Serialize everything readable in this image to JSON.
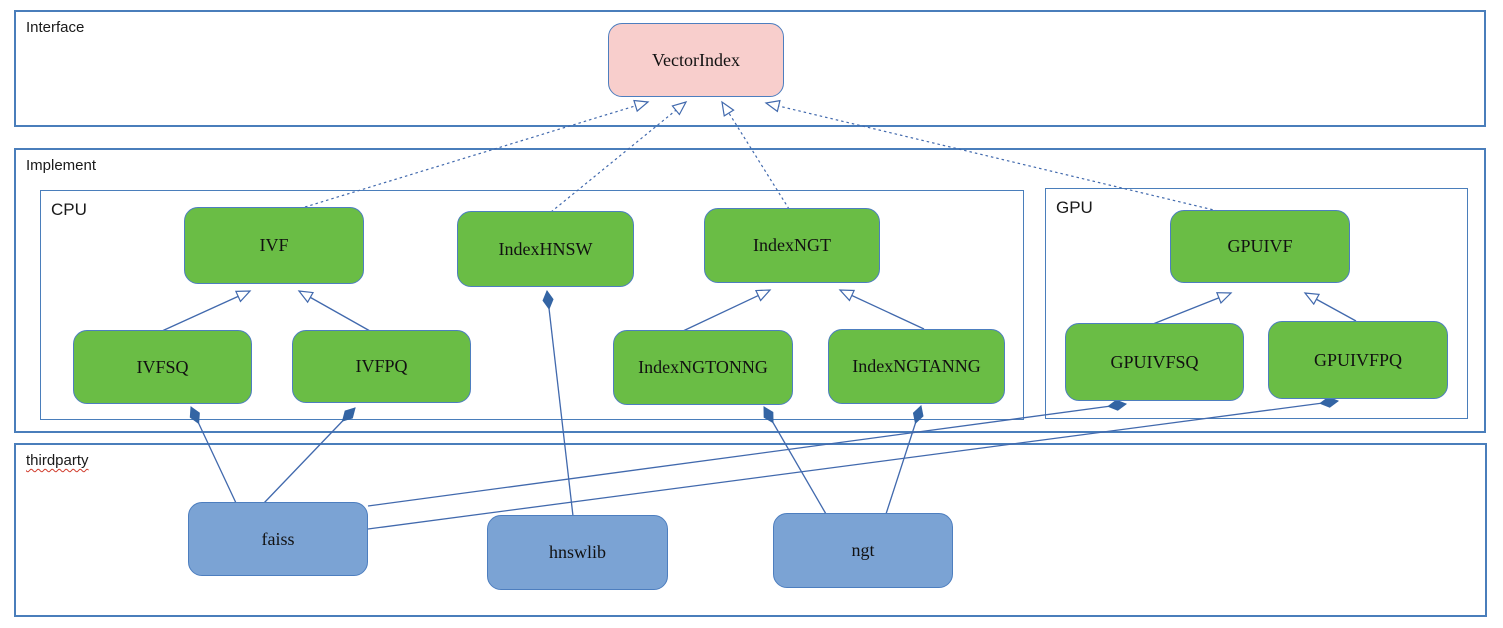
{
  "diagram": {
    "containers": {
      "interface": "Interface",
      "implement": "Implement",
      "cpu": "CPU",
      "gpu": "GPU",
      "thirdparty": "thirdparty"
    },
    "nodes": {
      "vectorindex": "VectorIndex",
      "ivf": "IVF",
      "indexhnsw": "IndexHNSW",
      "indexngt": "IndexNGT",
      "gpuivf": "GPUIVF",
      "ivfsq": "IVFSQ",
      "ivfpq": "IVFPQ",
      "indexngtonng": "IndexNGTONNG",
      "indexngtanng": "IndexNGTANNG",
      "gpuivfsq": "GPUIVFSQ",
      "gpuivfpq": "GPUIVFPQ",
      "faiss": "faiss",
      "hnswlib": "hnswlib",
      "ngt": "ngt"
    },
    "relations": [
      {
        "from": "IVF",
        "to": "VectorIndex",
        "type": "realization-dashed-open-arrow"
      },
      {
        "from": "IndexHNSW",
        "to": "VectorIndex",
        "type": "realization-dashed-open-arrow"
      },
      {
        "from": "IndexNGT",
        "to": "VectorIndex",
        "type": "realization-dashed-open-arrow"
      },
      {
        "from": "GPUIVF",
        "to": "VectorIndex",
        "type": "realization-dashed-open-arrow"
      },
      {
        "from": "IVFSQ",
        "to": "IVF",
        "type": "generalization-open-arrow"
      },
      {
        "from": "IVFPQ",
        "to": "IVF",
        "type": "generalization-open-arrow"
      },
      {
        "from": "IndexNGTONNG",
        "to": "IndexNGT",
        "type": "generalization-open-arrow"
      },
      {
        "from": "IndexNGTANNG",
        "to": "IndexNGT",
        "type": "generalization-open-arrow"
      },
      {
        "from": "GPUIVFSQ",
        "to": "GPUIVF",
        "type": "generalization-open-arrow"
      },
      {
        "from": "GPUIVFPQ",
        "to": "GPUIVF",
        "type": "generalization-open-arrow"
      },
      {
        "from": "faiss",
        "to": "IVFSQ",
        "type": "composition-filled-diamond"
      },
      {
        "from": "faiss",
        "to": "IVFPQ",
        "type": "composition-filled-diamond"
      },
      {
        "from": "faiss",
        "to": "GPUIVFSQ",
        "type": "composition-filled-diamond"
      },
      {
        "from": "faiss",
        "to": "GPUIVFPQ",
        "type": "composition-filled-diamond"
      },
      {
        "from": "hnswlib",
        "to": "IndexHNSW",
        "type": "composition-filled-diamond"
      },
      {
        "from": "ngt",
        "to": "IndexNGTONNG",
        "type": "composition-filled-diamond"
      },
      {
        "from": "ngt",
        "to": "IndexNGTANNG",
        "type": "composition-filled-diamond"
      }
    ],
    "colors": {
      "interface_node_fill": "#f8cecc",
      "implementation_node_fill": "#6abd45",
      "thirdparty_node_fill": "#7ba3d4",
      "node_border": "#4d7ebf",
      "container_border": "#4a7ebb",
      "edge_line": "#4169ad",
      "diamond_fill": "#3465a4",
      "spellcheck_underline": "#d03a2a"
    }
  }
}
